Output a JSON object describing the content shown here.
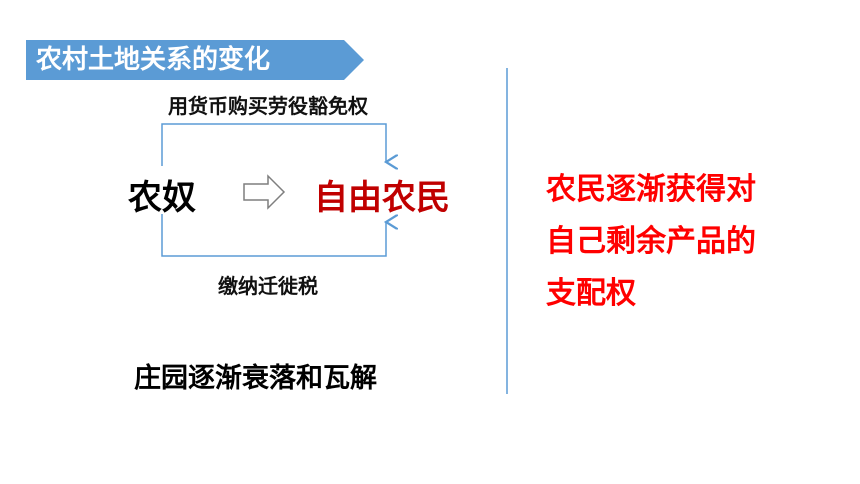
{
  "title": "农村土地关系的变化",
  "diagram": {
    "top_label": "用货币购买劳役豁免权",
    "bottom_label": "缴纳迁徙税",
    "source": "农奴",
    "target": "自由农民"
  },
  "conclusion": "庄园逐渐衰落和瓦解",
  "right_panel": {
    "lines": [
      "农民逐渐获得对",
      "自己剩余产品的",
      "支配权"
    ]
  },
  "colors": {
    "banner": "#5b9bd5",
    "target_text": "#c00000",
    "right_text": "#ff0000",
    "divider": "#5b9bd5"
  }
}
